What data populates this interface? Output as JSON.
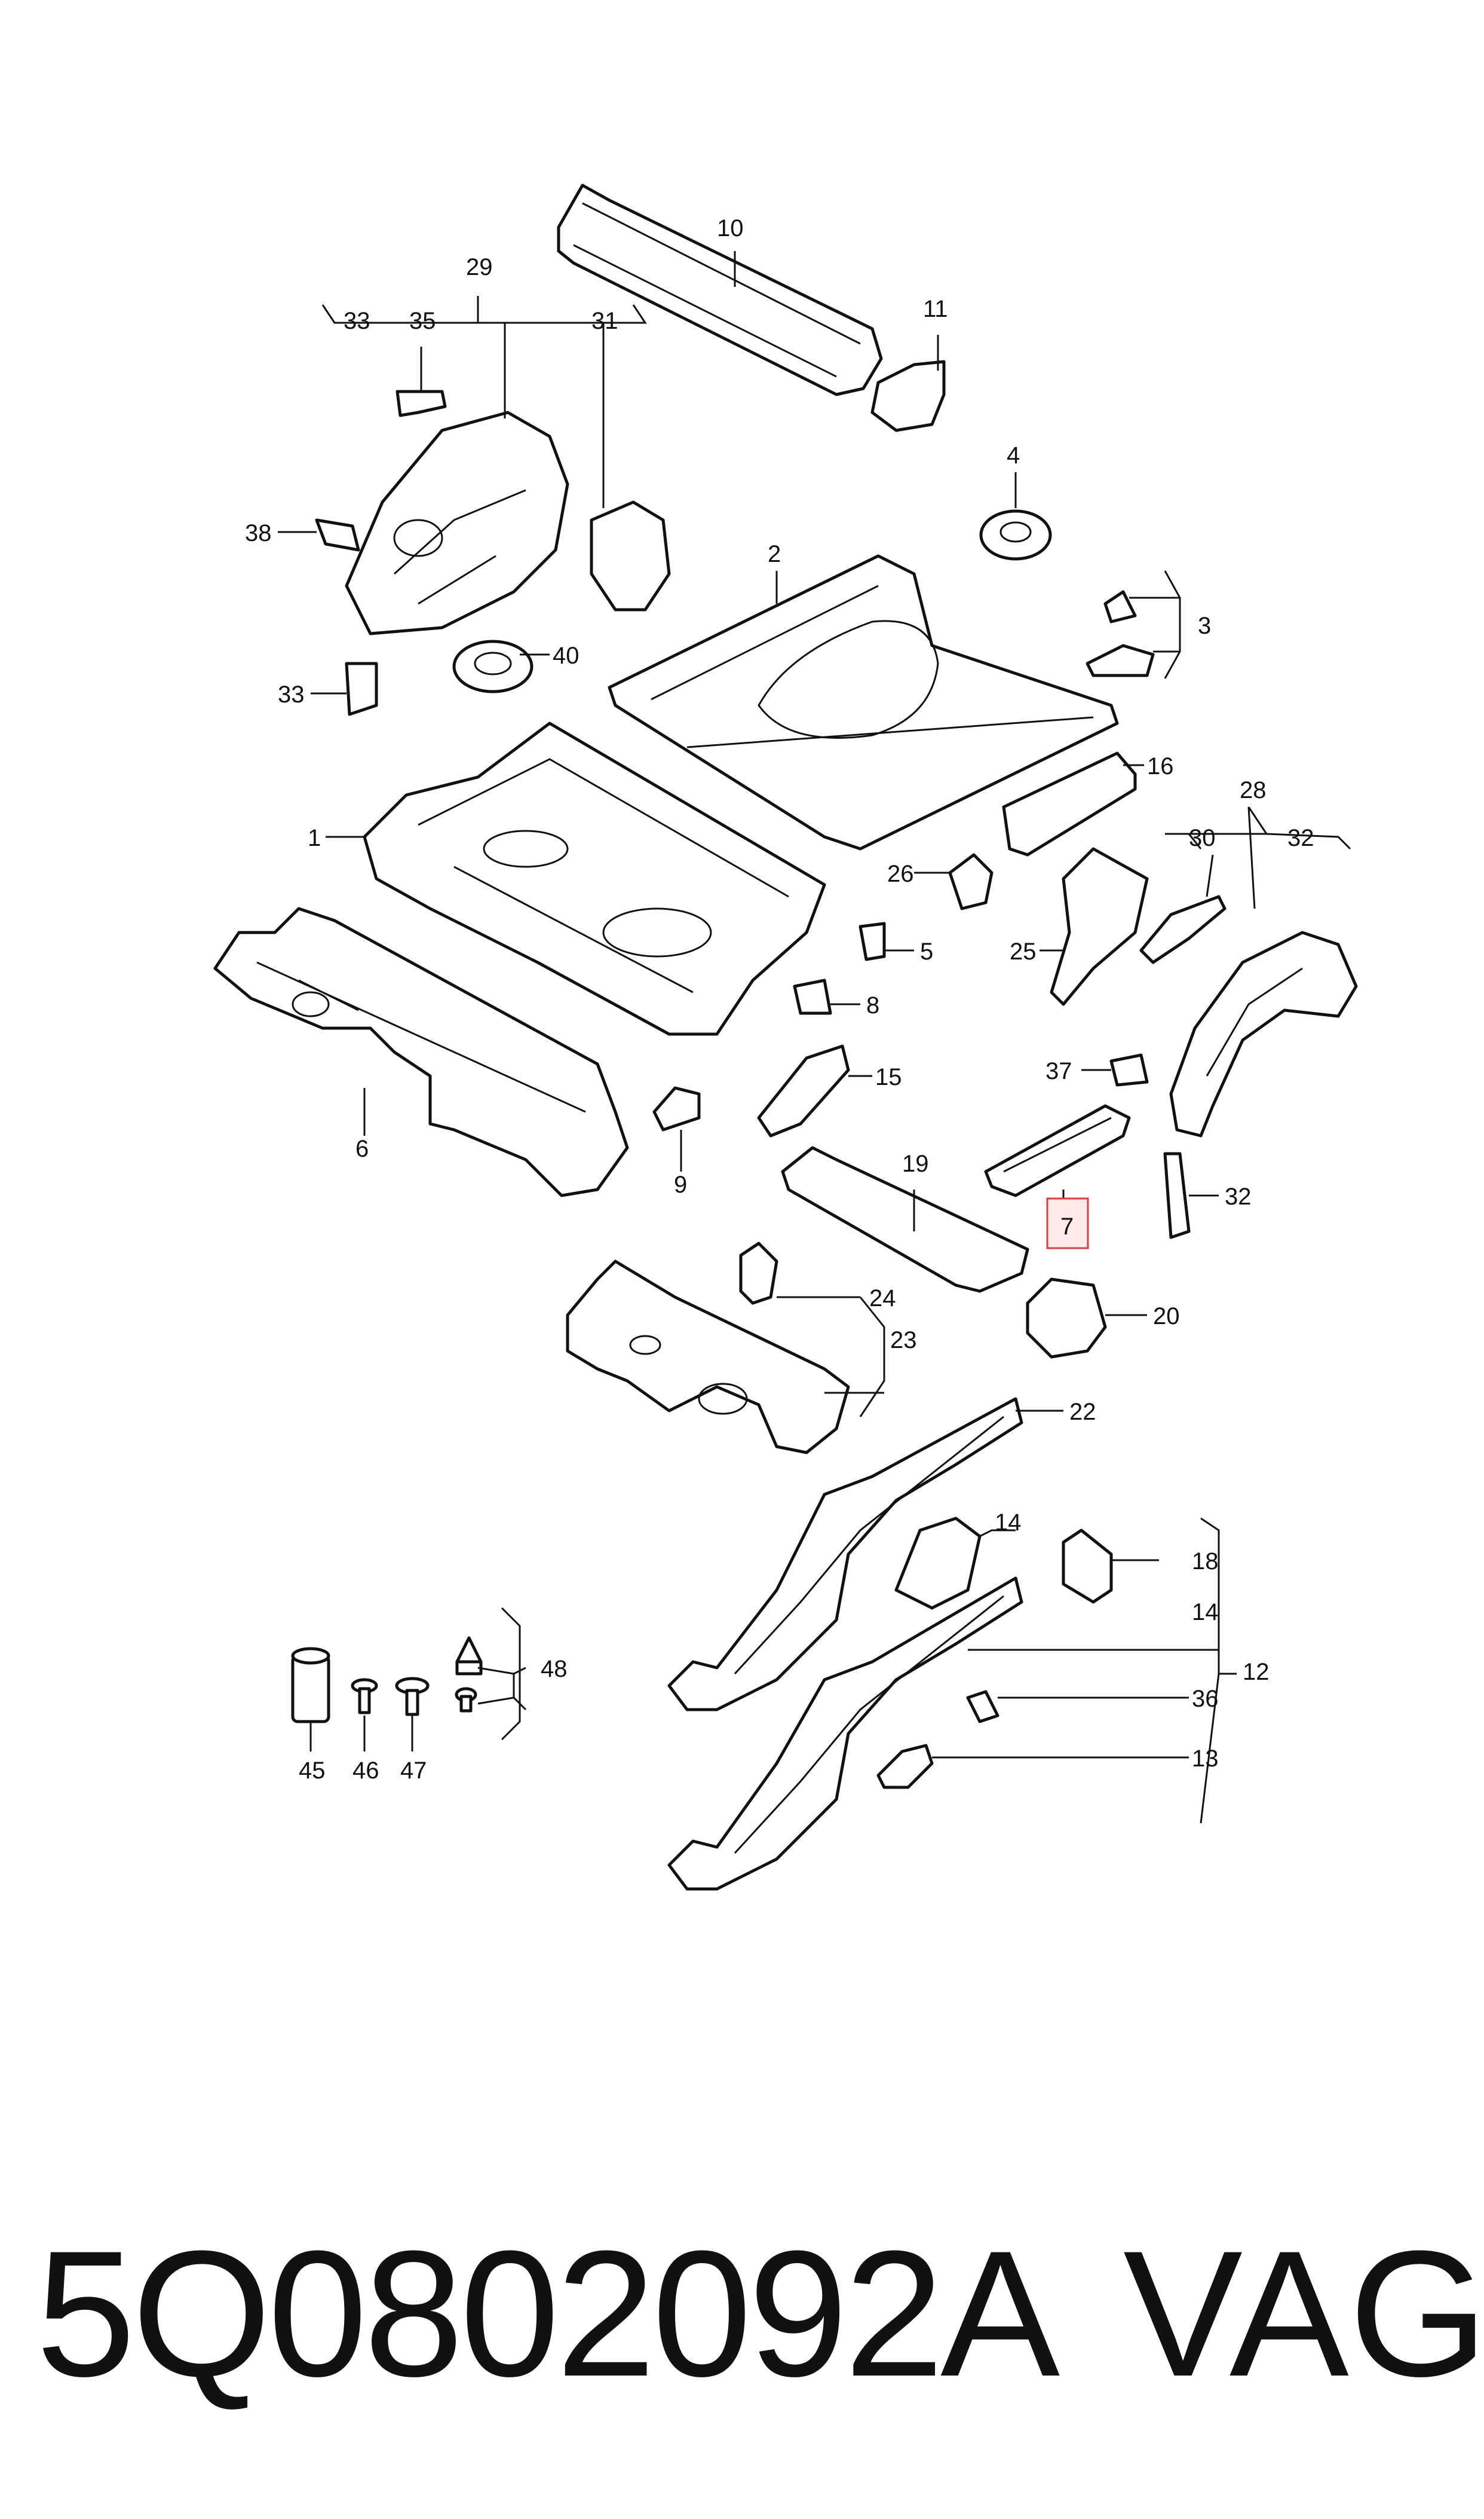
{
  "callouts": [
    "10",
    "11",
    "29",
    "33",
    "35",
    "31",
    "4",
    "38",
    "2",
    "3",
    "40",
    "33",
    "16",
    "1",
    "28",
    "30",
    "32",
    "26",
    "5",
    "25",
    "8",
    "6",
    "37",
    "15",
    "9",
    "19",
    "7",
    "32",
    "24",
    "20",
    "23",
    "22",
    "14",
    "18",
    "14",
    "12",
    "48",
    "36",
    "45",
    "46",
    "47",
    "13"
  ],
  "footer": {
    "part_number": "5Q0802092A",
    "brand": "VAG"
  },
  "highlight_color": "#e23b3b",
  "line_color": "#111111"
}
